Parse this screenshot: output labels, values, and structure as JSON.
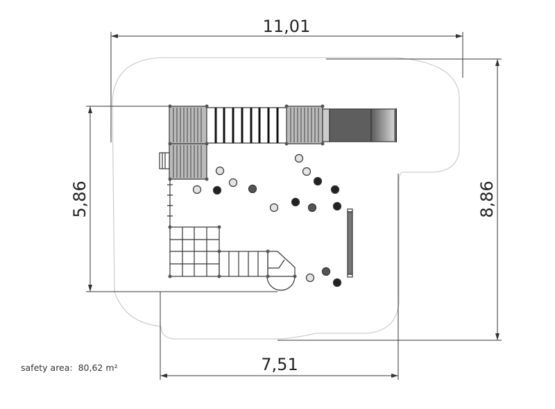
{
  "dimensions": {
    "top_width": "11,01",
    "left_height": "5,86",
    "right_height": "8,86",
    "bottom_width": "7,51"
  },
  "safety_area": {
    "label": "safety area:",
    "value": "80,62 m²"
  },
  "colors": {
    "line": "#333333",
    "outline": "#c8c8c8",
    "dark_post": "#222222",
    "medium_post": "#555555",
    "light_post": "#e0e0e0"
  }
}
